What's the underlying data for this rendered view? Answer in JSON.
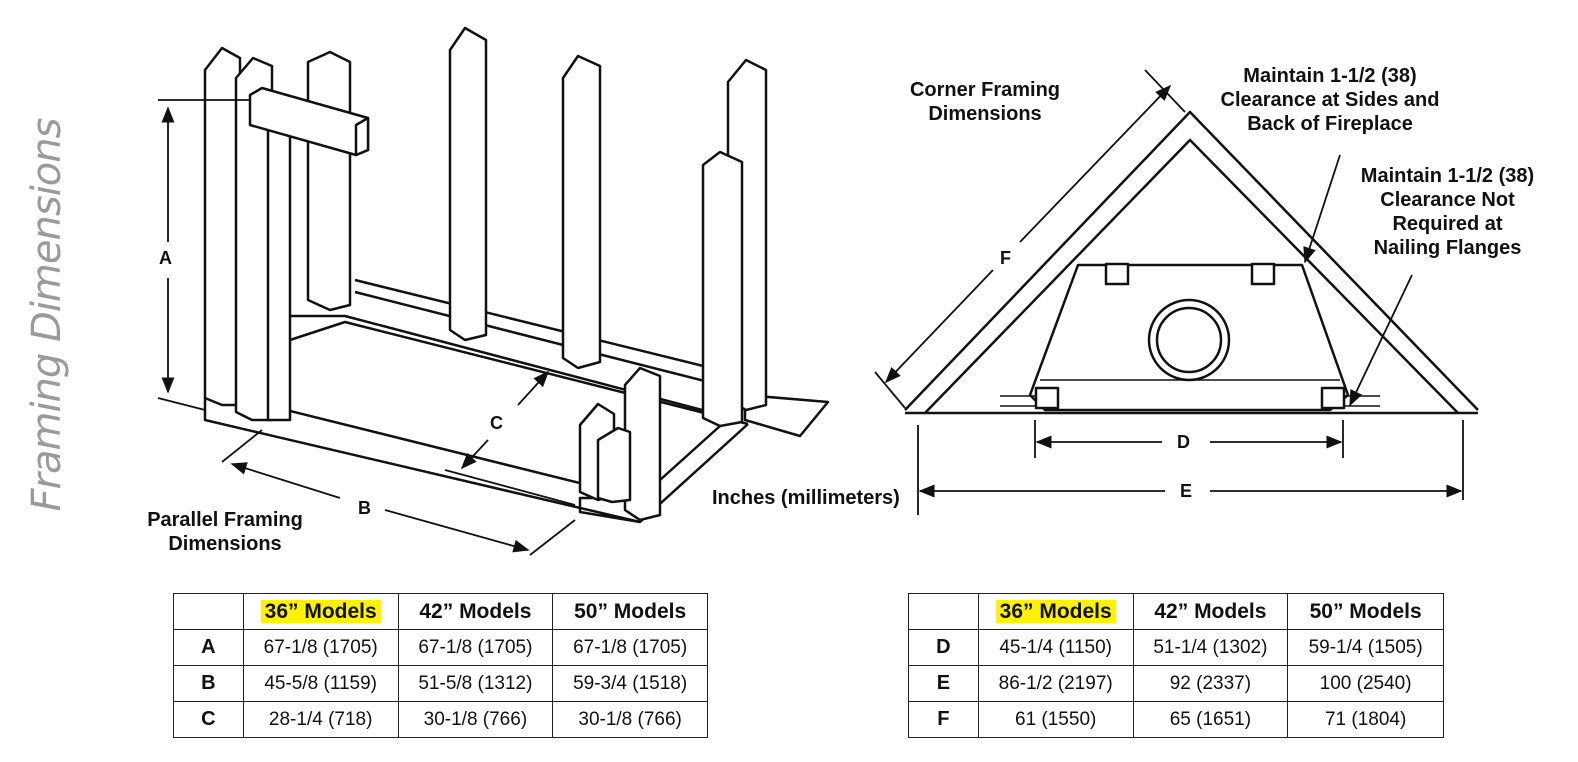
{
  "section_title": "Framing Dimensions",
  "parallel": {
    "caption_line1": "Parallel Framing",
    "caption_line2": "Dimensions",
    "labels": {
      "a": "A",
      "b": "B",
      "c": "C"
    }
  },
  "units_note": "Inches (millimeters)",
  "corner": {
    "caption_line1": "Corner Framing",
    "caption_line2": "Dimensions",
    "note_sides_line1": "Maintain 1-1/2 (38)",
    "note_sides_line2": "Clearance at Sides and",
    "note_sides_line3": "Back of Fireplace",
    "note_flanges_line1": "Maintain 1-1/2 (38)",
    "note_flanges_line2": "Clearance Not",
    "note_flanges_line3": "Required at",
    "note_flanges_line4": "Nailing Flanges",
    "labels": {
      "d": "D",
      "e": "E",
      "f": "F"
    }
  },
  "table_parallel": {
    "headers": [
      "",
      "36” Models",
      "42” Models",
      "50” Models"
    ],
    "rows": [
      {
        "label": "A",
        "v36": "67-1/8 (1705)",
        "v42": "67-1/8 (1705)",
        "v50": "67-1/8 (1705)"
      },
      {
        "label": "B",
        "v36": "45-5/8 (1159)",
        "v42": "51-5/8 (1312)",
        "v50": "59-3/4 (1518)"
      },
      {
        "label": "C",
        "v36": "28-1/4 (718)",
        "v42": "30-1/8 (766)",
        "v50": "30-1/8 (766)"
      }
    ]
  },
  "table_corner": {
    "headers": [
      "",
      "36” Models",
      "42” Models",
      "50” Models"
    ],
    "rows": [
      {
        "label": "D",
        "v36": "45-1/4 (1150)",
        "v42": "51-1/4 (1302)",
        "v50": "59-1/4 (1505)"
      },
      {
        "label": "E",
        "v36": "86-1/2 (2197)",
        "v42": "92 (2337)",
        "v50": "100 (2540)"
      },
      {
        "label": "F",
        "v36": "61 (1550)",
        "v42": "65 (1651)",
        "v50": "71 (1804)"
      }
    ]
  },
  "colors": {
    "highlight": "#fff200",
    "title_gray": "#9a9a9a"
  }
}
